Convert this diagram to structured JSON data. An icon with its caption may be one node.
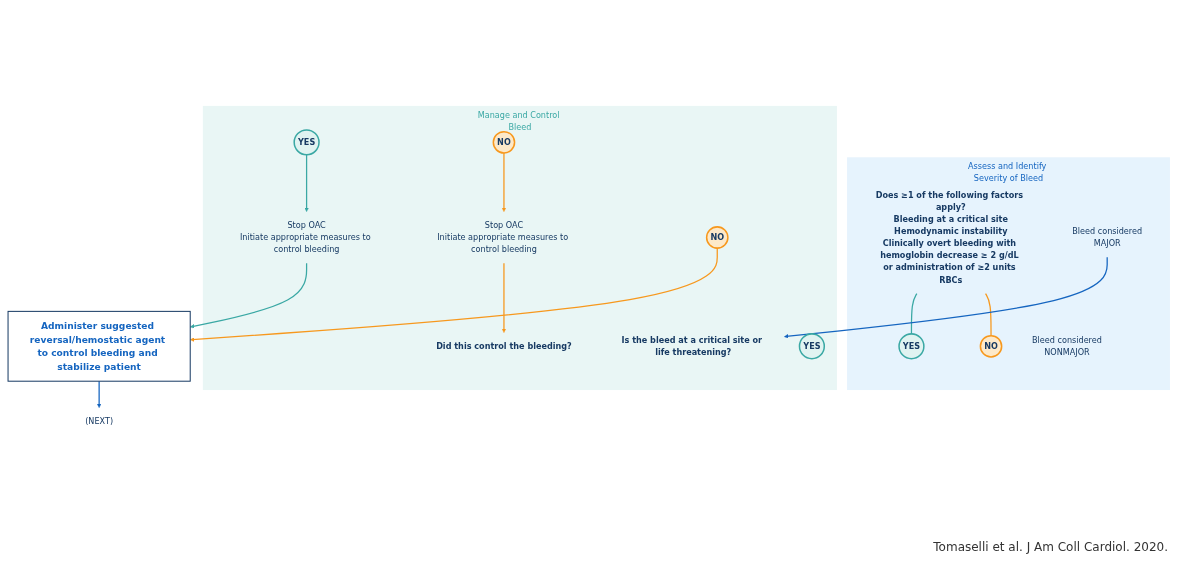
{
  "diagram": {
    "nodes": [
      {
        "text": [
          "Assess and Identify Severity of Bleed"
        ]
      },
      {
        "text": [
          "YES"
        ],
        "in": 0
      },
      {
        "text": [
          "Does ≥1 of the following factors apply?",
          "Bleeding at a critical site",
          "Hemodynamic instability",
          "Clinically overt bleeding with hemoglobin decrease ≥ 2 g/dL or administration of ≥2 units RBCs"
        ],
        "in": 0
      },
      {
        "text": [
          "NO"
        ],
        "in": 0
      },
      {
        "text": [
          "Bleed considered",
          "MAJOR"
        ],
        "in": 0
      },
      {
        "text": [
          "Bleed considered",
          "NONMAJOR"
        ],
        "in": 0
      },
      {
        "text": [
          "Manage and Control Bleed"
        ]
      },
      {
        "text": [
          "Is the bleed at a critical site or life threatening?"
        ],
        "in": 6
      },
      {
        "text": [
          "YES"
        ],
        "in": 6
      },
      {
        "text": [
          "NO"
        ],
        "in": 6
      },
      {
        "text": [
          "Stop OAC",
          "Initiate appropriate measures to control bleeding"
        ],
        "in": 6
      },
      {
        "text": [
          "Stop OAC",
          "Initiate appropriate measures to control bleeding"
        ],
        "in": 6
      },
      {
        "text": [
          "Did this control the bleeding?"
        ],
        "in": 6
      },
      {
        "text": [
          "NO"
        ],
        "in": 6
      },
      {
        "text": [
          "YES"
        ],
        "in": 6
      },
      {
        "text": [
          "Administer suggested reversal/hemostatic agent to control bleeding and stabilize patient"
        ]
      },
      {
        "text": [
          "(NEXT)"
        ]
      }
    ],
    "edges": [
      {
        "from": 2,
        "to": 1,
        "arrow": "none",
        "color": "#3aa8a4"
      },
      {
        "from": 2,
        "to": 3,
        "arrow": "none"
      },
      {
        "from": 4,
        "to": 7,
        "arrow": "to",
        "color": "#1565c0"
      },
      {
        "from": 8,
        "to": 10,
        "arrow": "to",
        "color": "#3aa8a4"
      },
      {
        "from": 9,
        "to": 11,
        "arrow": "to"
      },
      {
        "from": 11,
        "to": 12,
        "arrow": "to"
      },
      {
        "from": 10,
        "to": 15,
        "arrow": "to",
        "color": "#3aa8a4"
      },
      {
        "from": 13,
        "to": 15,
        "arrow": "to"
      },
      {
        "from": 15,
        "to": 16,
        "arrow": "to",
        "color": "#1565c0"
      }
    ],
    "labels": [
      "Tomaselli et al. J Am Coll Cardiol. 2020."
    ]
  }
}
